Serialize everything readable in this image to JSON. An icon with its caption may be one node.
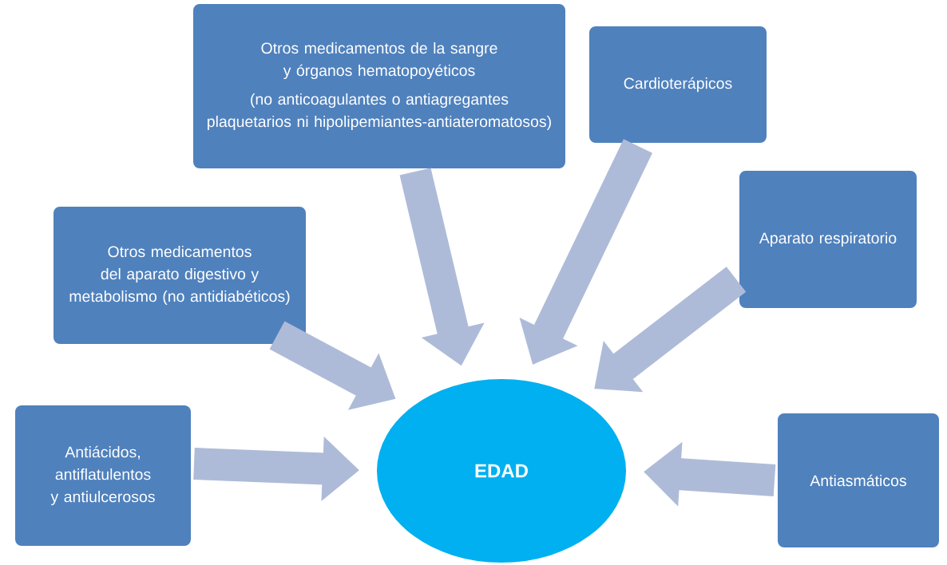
{
  "diagram": {
    "nodes": [
      {
        "text": [
          "Otros medicamentos de la sangre y órganos hematopoyéticos",
          "(no anticoagulantes o antiagregantes plaquetarios ni hipolipemiantes-antiateromatosos)"
        ]
      },
      {
        "text": [
          "Cardioterápicos"
        ]
      },
      {
        "text": [
          "Otros medicamentos del aparato digestivo y metabolismo (no antidiabéticos)"
        ]
      },
      {
        "text": [
          "Aparato respiratorio"
        ]
      },
      {
        "text": [
          "Antiácidos, antiflatulentos y antiulcerosos"
        ]
      },
      {
        "text": [
          "EDAD"
        ]
      },
      {
        "text": [
          "Antiasmáticos"
        ]
      }
    ],
    "edges": [
      {
        "from": 0,
        "to": 5,
        "arrow": "to"
      },
      {
        "from": 1,
        "to": 5,
        "arrow": "to"
      },
      {
        "from": 2,
        "to": 5,
        "arrow": "to"
      },
      {
        "from": 3,
        "to": 5,
        "arrow": "to"
      },
      {
        "from": 4,
        "to": 5,
        "arrow": "to"
      },
      {
        "from": 6,
        "to": 5,
        "arrow": "to"
      }
    ]
  }
}
